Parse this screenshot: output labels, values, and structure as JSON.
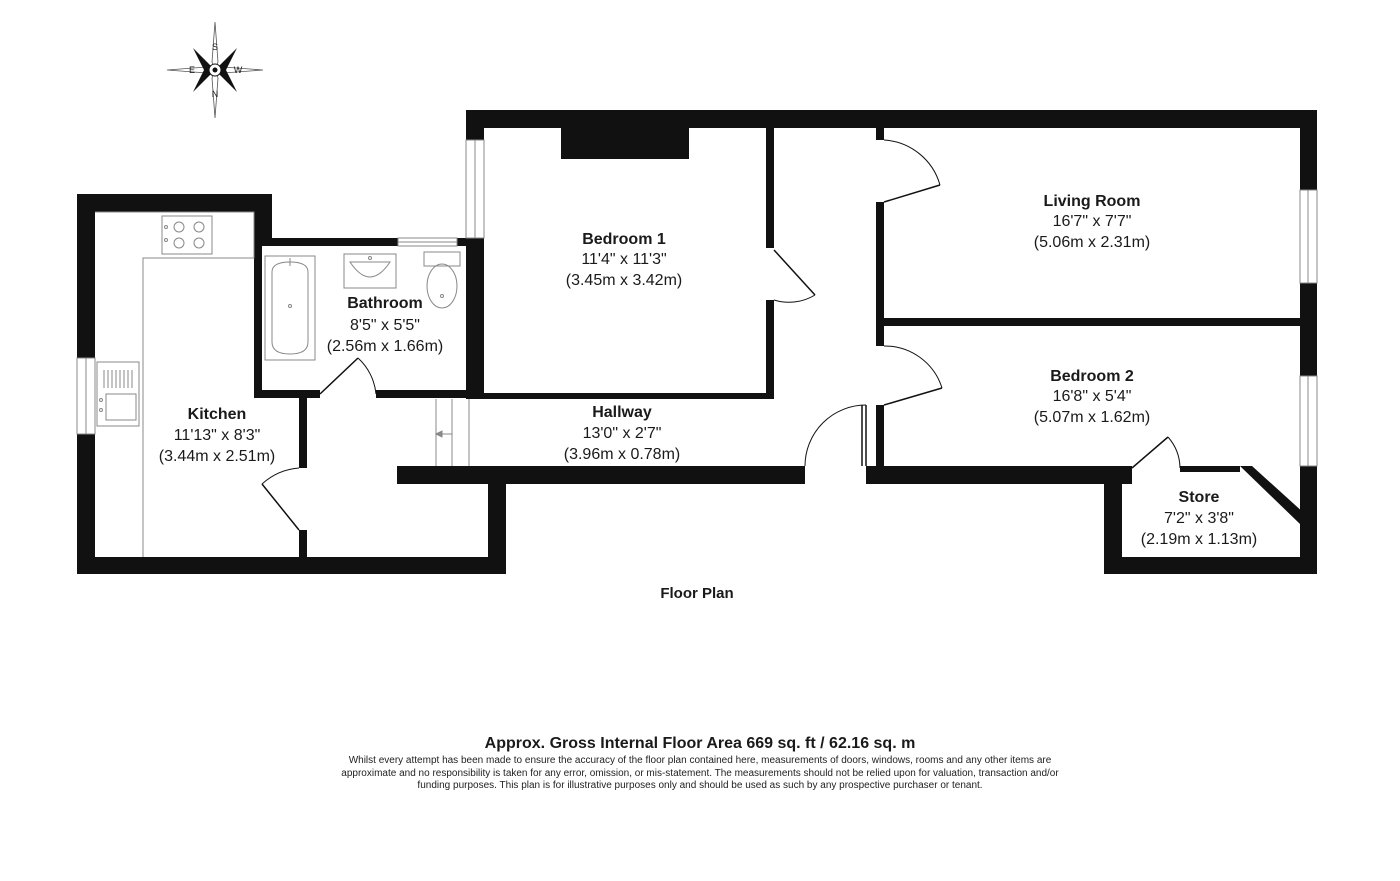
{
  "plan_title": "Floor Plan",
  "compass": {
    "top": "S",
    "right": "W",
    "bottom": "N",
    "left": "E"
  },
  "rooms": {
    "bedroom1": {
      "name": "Bedroom 1",
      "imperial": "11'4\" x 11'3\"",
      "metric": "(3.45m x 3.42m)"
    },
    "living": {
      "name": "Living Room",
      "imperial": "16'7\" x 7'7\"",
      "metric": "(5.06m x 2.31m)"
    },
    "bathroom": {
      "name": "Bathroom",
      "imperial": "8'5\" x 5'5\"",
      "metric": "(2.56m x 1.66m)"
    },
    "kitchen": {
      "name": "Kitchen",
      "imperial": "11'13\" x 8'3\"",
      "metric": "(3.44m x 2.51m)"
    },
    "hallway": {
      "name": "Hallway",
      "imperial": "13'0\" x 2'7\"",
      "metric": "(3.96m x 0.78m)"
    },
    "bedroom2": {
      "name": "Bedroom 2",
      "imperial": "16'8\" x 5'4\"",
      "metric": "(5.07m x 1.62m)"
    },
    "store": {
      "name": "Store",
      "imperial": "7'2\" x 3'8\"",
      "metric": "(2.19m x 1.13m)"
    }
  },
  "footer": {
    "area": "Approx. Gross Internal Floor Area 669 sq. ft / 62.16 sq. m",
    "disclaimer": "Whilst every attempt has been made to ensure the accuracy of the floor plan contained here, measurements of doors, windows, rooms and any other items are approximate and no responsibility is taken for any error, omission, or mis-statement. The measurements should not be relied upon for valuation, transaction and/or funding purposes. This plan is for illustrative purposes only and should be used as such by any prospective purchaser or tenant."
  },
  "colors": {
    "wall": "#111111",
    "fixture": "#888888"
  }
}
